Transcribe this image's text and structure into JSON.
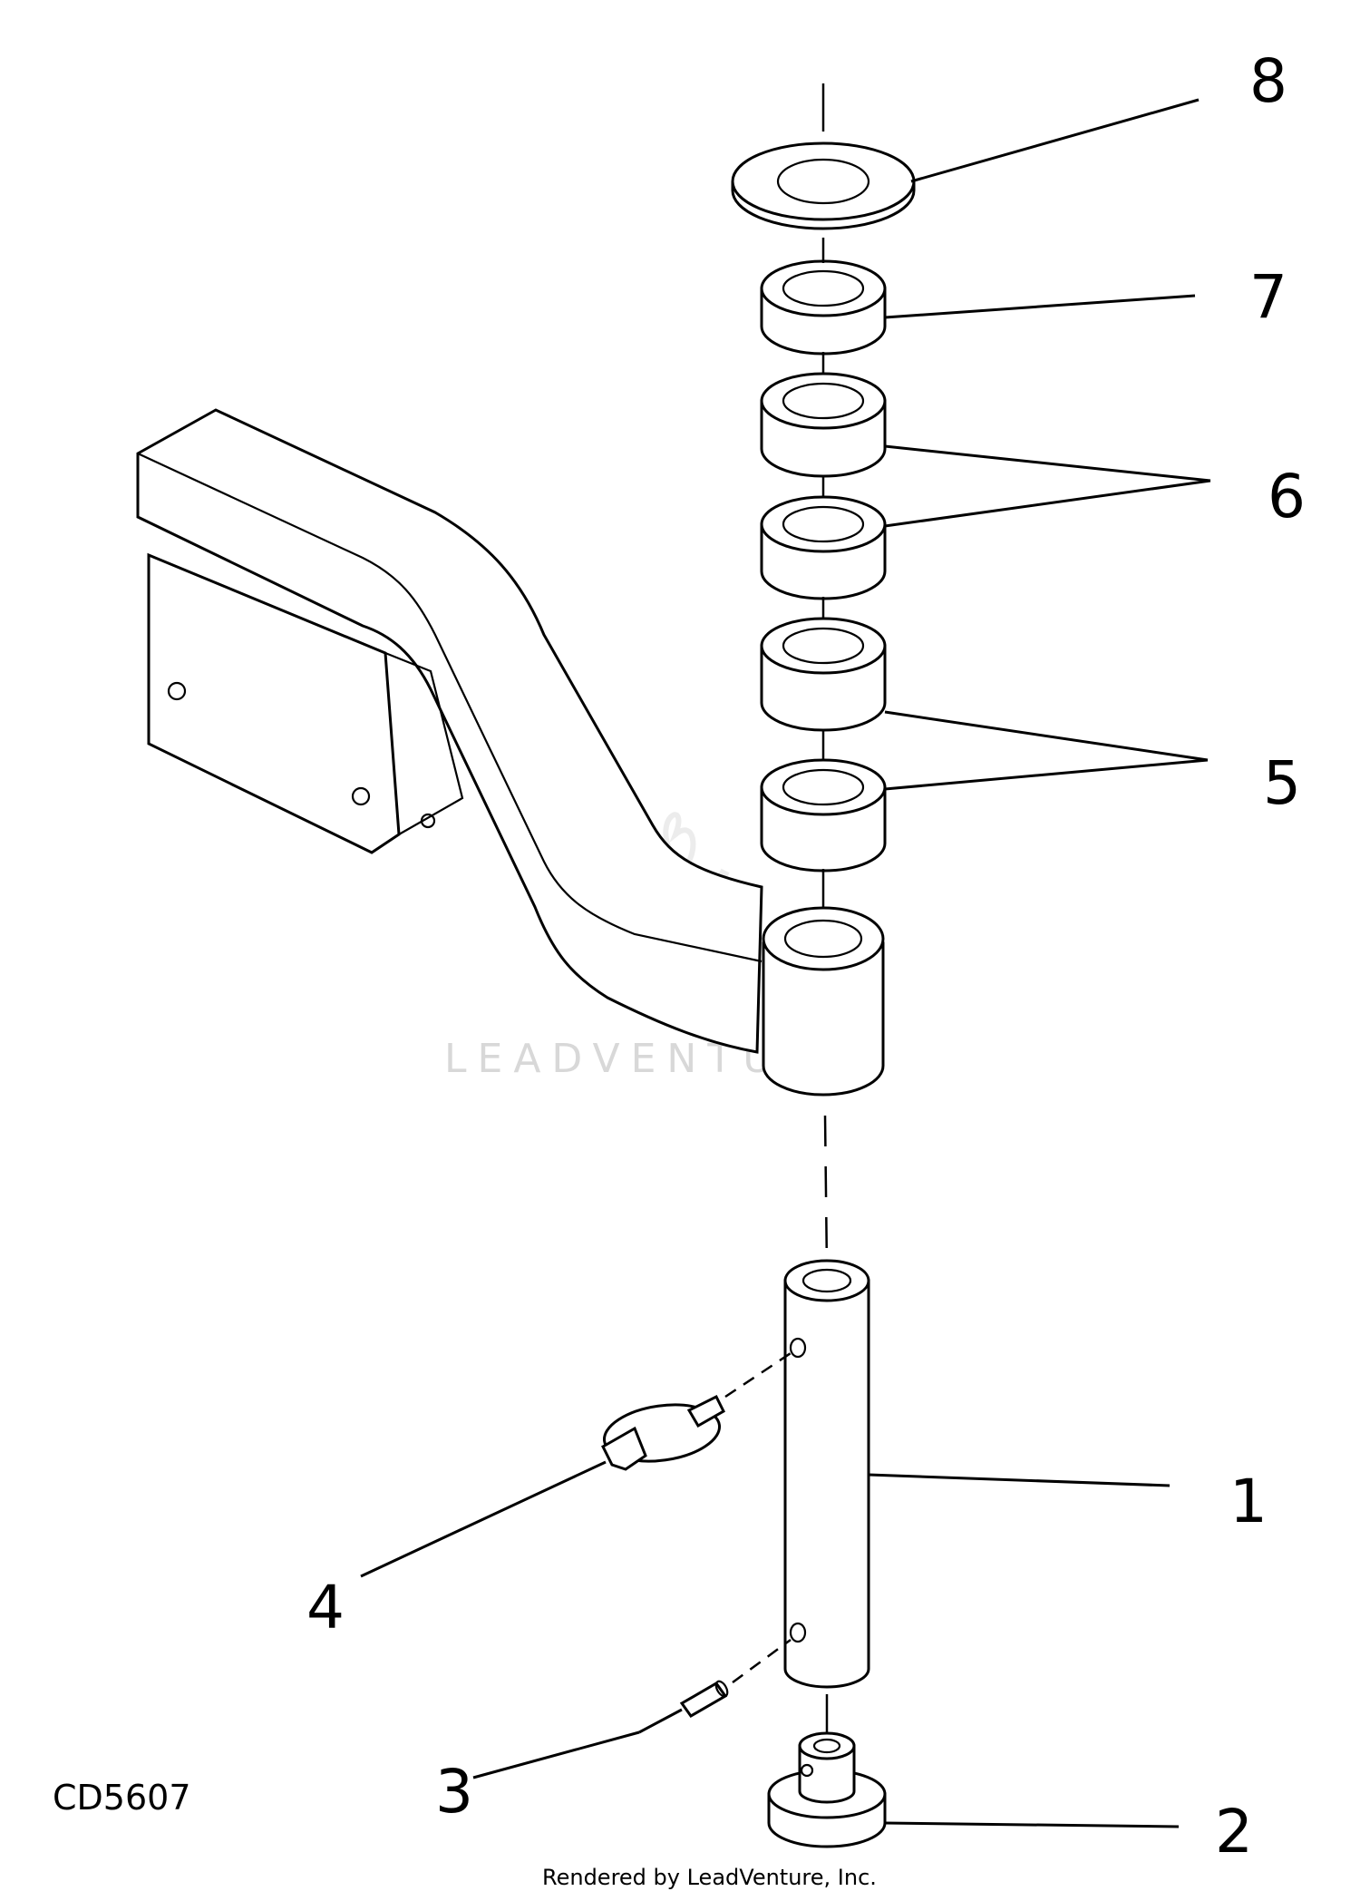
{
  "diagram": {
    "drawing_code": "CD5607",
    "footer": "Rendered by LeadVenture, Inc.",
    "watermark": "LEADVENTURE",
    "callouts": [
      {
        "label": "8"
      },
      {
        "label": "7"
      },
      {
        "label": "6"
      },
      {
        "label": "5"
      },
      {
        "label": "1"
      },
      {
        "label": "4"
      },
      {
        "label": "3"
      },
      {
        "label": "2"
      }
    ]
  }
}
